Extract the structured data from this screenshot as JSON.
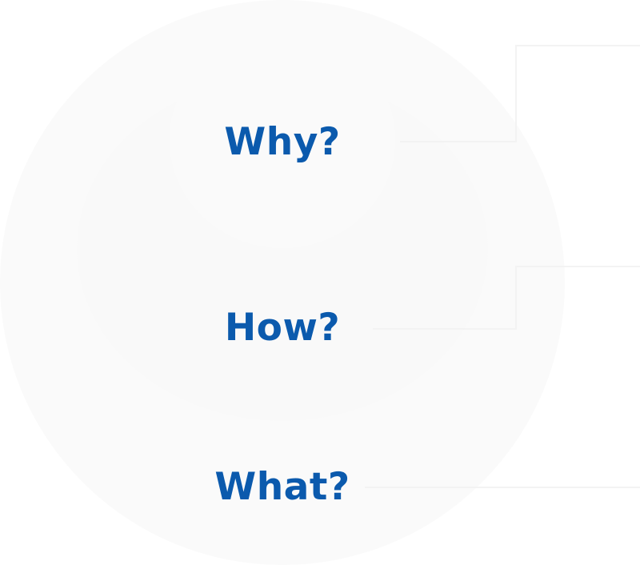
{
  "golden_circle": {
    "why_label": "Why?",
    "how_label": "How?",
    "what_label": "What?"
  },
  "colors": {
    "label": "#0b5aad",
    "circle_fill": "#fafafa",
    "connector": "#f3f3f3"
  }
}
